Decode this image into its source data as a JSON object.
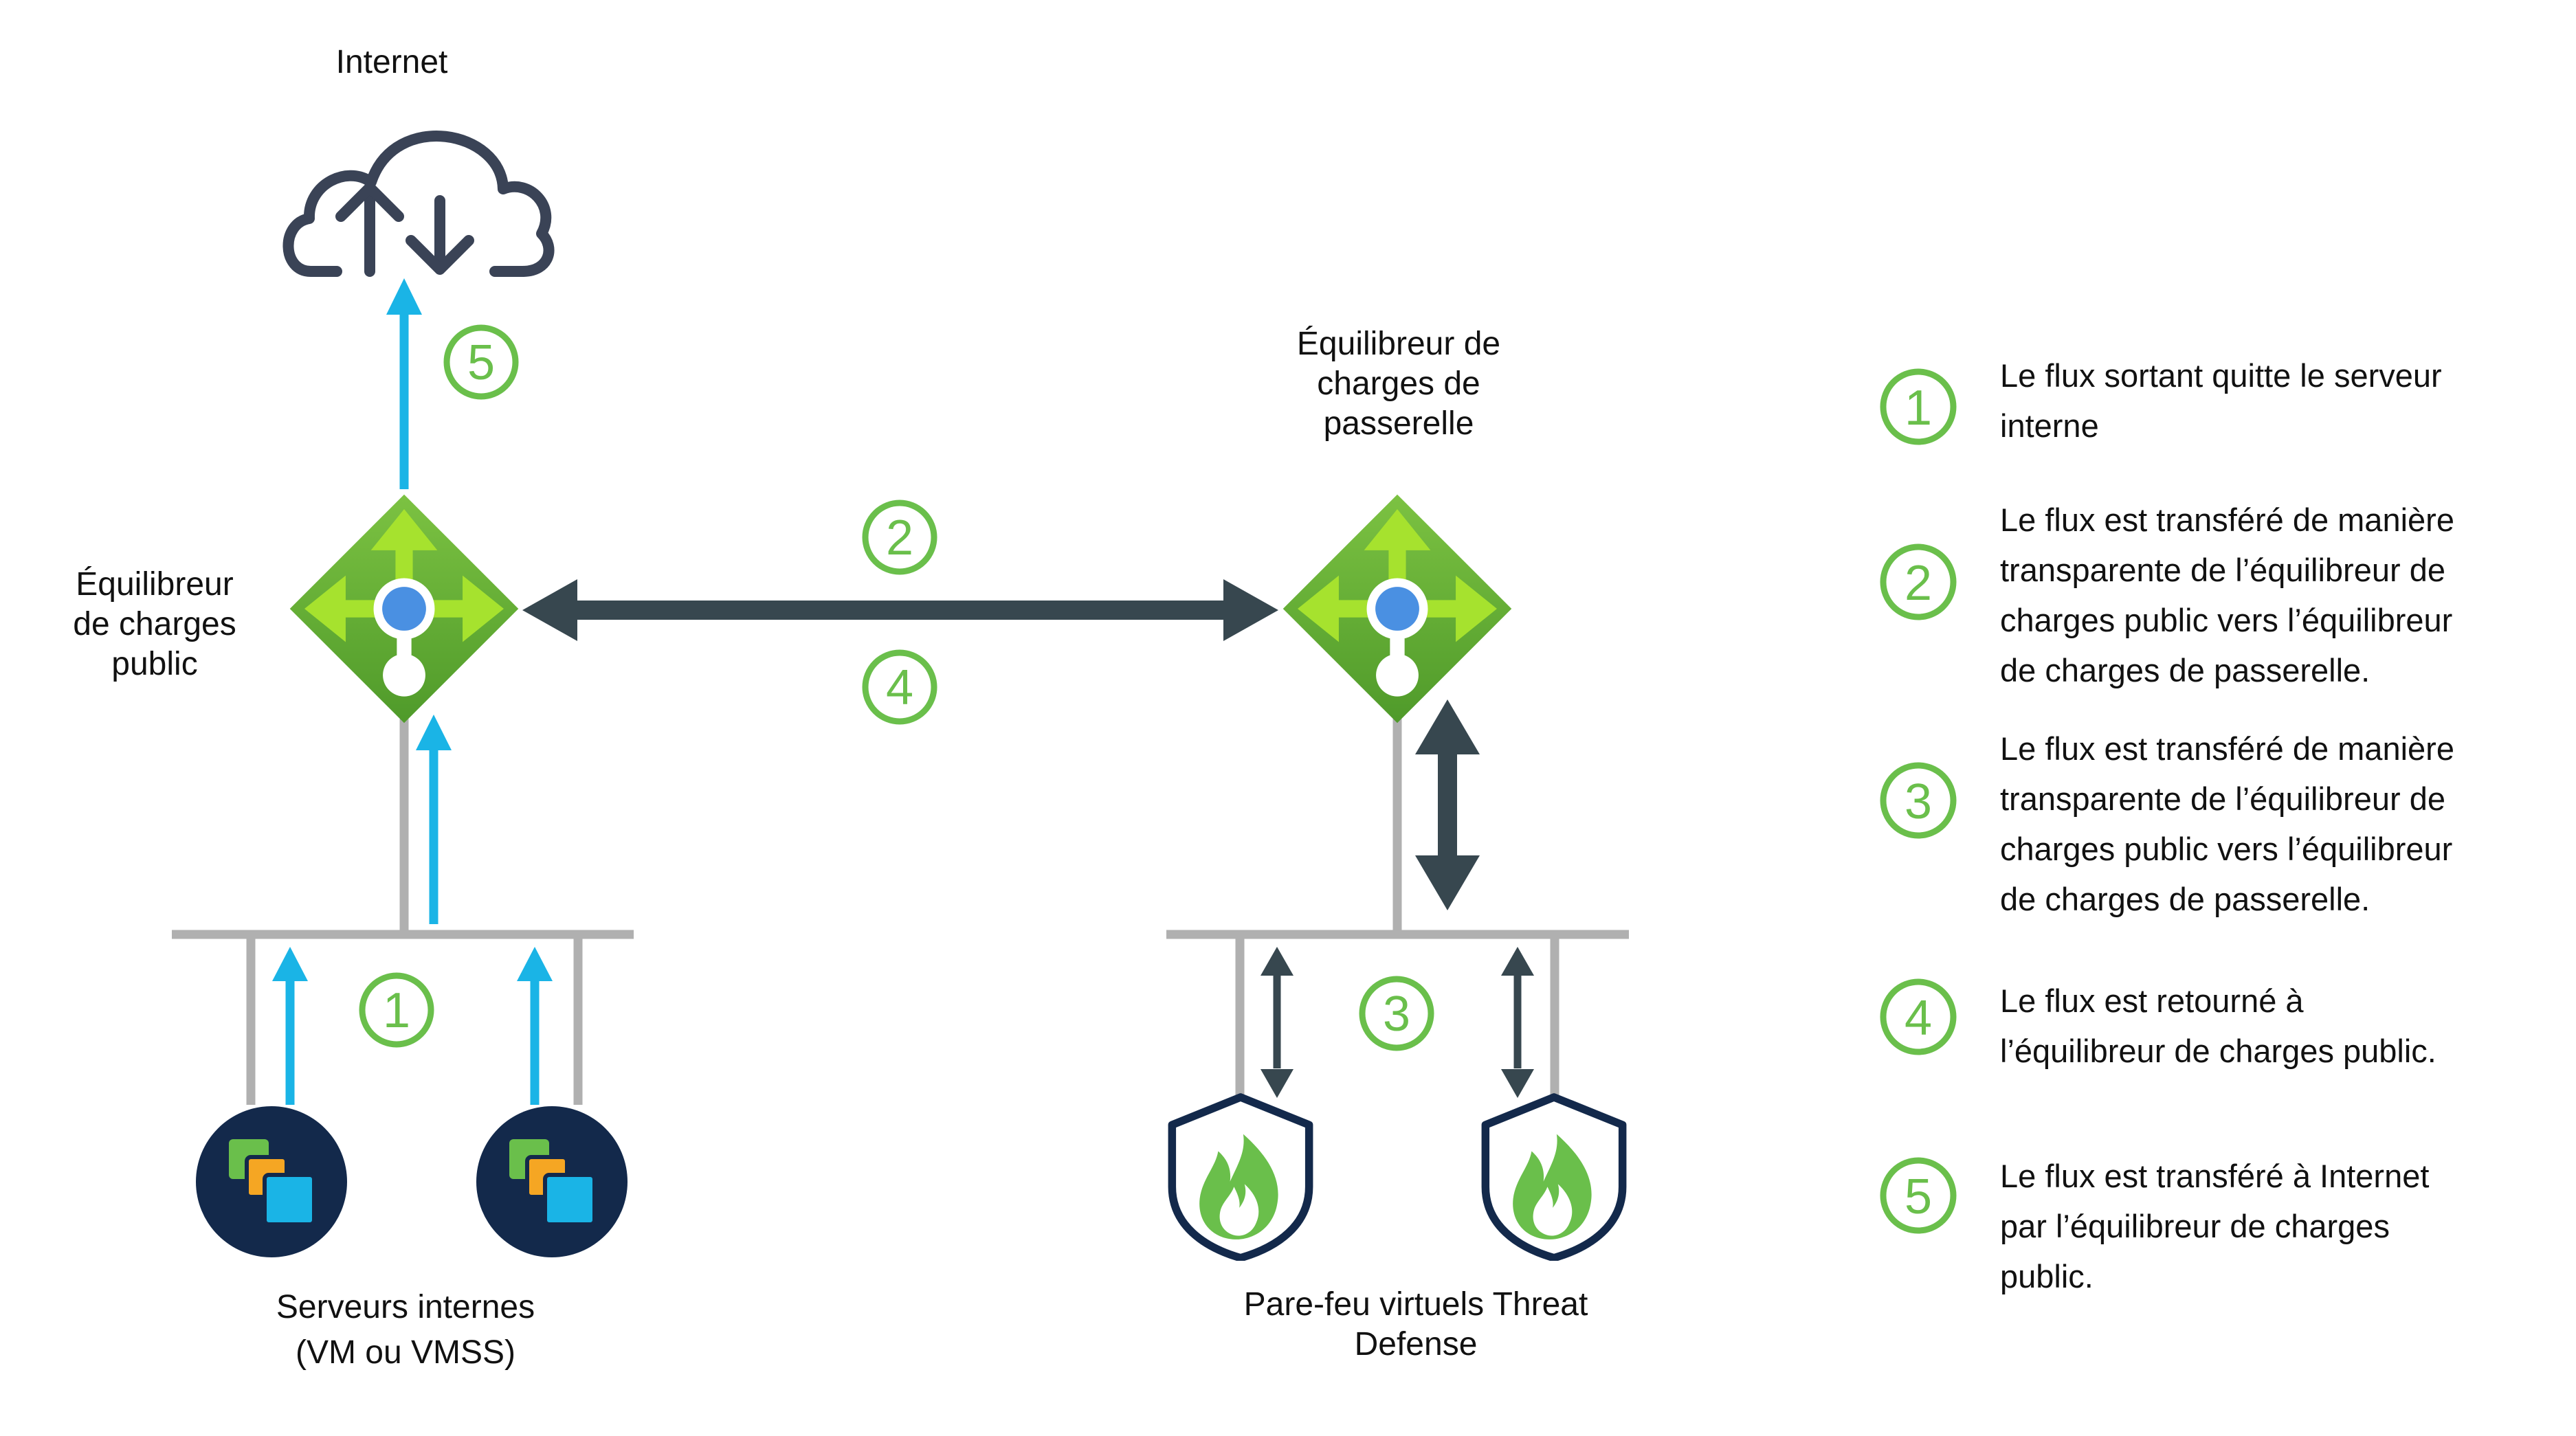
{
  "colors": {
    "green_badge": "#6abf4b",
    "blue_arrow": "#1ab4e6",
    "dark_arrow": "#37474f",
    "gray_line": "#b0b0b0",
    "navy": "#13294b",
    "lb_green": "#6db33f",
    "lb_light": "#a6e22e"
  },
  "icons": {
    "internet": "cloud-upload-download-icon",
    "load_balancer": "load-balancer-icon",
    "vm": "virtual-machine-icon",
    "firewall": "firewall-shield-icon"
  },
  "labels": {
    "internet": "Internet",
    "public_lb": [
      "Équilibreur",
      "de charges",
      "public"
    ],
    "gateway_lb": [
      "Équilibreur de",
      "charges de",
      "passerelle"
    ],
    "servers": [
      "Serveurs internes",
      "(VM ou VMSS)"
    ],
    "firewalls": [
      "Pare-feu virtuels Threat",
      "Defense"
    ]
  },
  "steps": {
    "s1": "1",
    "s2": "2",
    "s3": "3",
    "s4": "4",
    "s5": "5"
  },
  "legend": [
    {
      "num": "1",
      "lines": [
        "Le flux sortant quitte le serveur",
        "interne"
      ]
    },
    {
      "num": "2",
      "lines": [
        "Le flux est transféré de manière",
        "transparente de l’équilibreur de",
        "charges public vers l’équilibreur",
        "de charges de passerelle."
      ]
    },
    {
      "num": "3",
      "lines": [
        "Le flux est transféré de manière",
        "transparente de l’équilibreur de",
        "charges public vers l’équilibreur",
        "de charges de passerelle."
      ]
    },
    {
      "num": "4",
      "lines": [
        "Le flux est retourné à",
        "l’équilibreur de charges public."
      ]
    },
    {
      "num": "5",
      "lines": [
        "Le flux est transféré à Internet",
        "par l’équilibreur de charges",
        "public."
      ]
    }
  ]
}
